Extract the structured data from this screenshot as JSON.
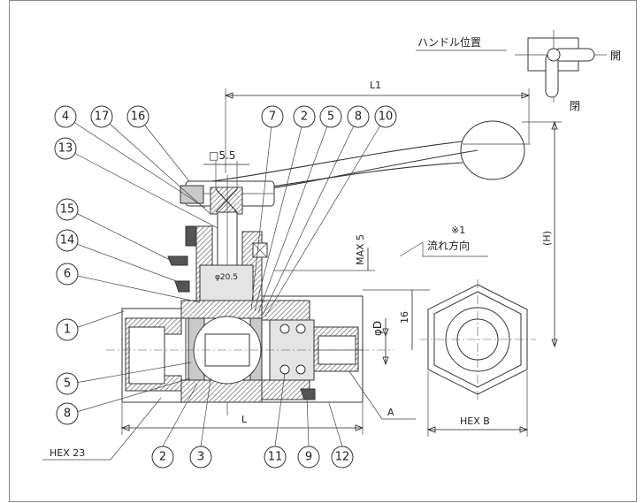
{
  "callouts": [
    {
      "id": "c4",
      "text": "4"
    },
    {
      "id": "c17",
      "text": "17"
    },
    {
      "id": "c16",
      "text": "16"
    },
    {
      "id": "c13",
      "text": "13"
    },
    {
      "id": "c15",
      "text": "15"
    },
    {
      "id": "c14",
      "text": "14"
    },
    {
      "id": "c6",
      "text": "6"
    },
    {
      "id": "c1",
      "text": "1"
    },
    {
      "id": "c5a",
      "text": "5"
    },
    {
      "id": "c8a",
      "text": "8"
    },
    {
      "id": "c7",
      "text": "7"
    },
    {
      "id": "c2a",
      "text": "2"
    },
    {
      "id": "c5b",
      "text": "5"
    },
    {
      "id": "c8b",
      "text": "8"
    },
    {
      "id": "c10",
      "text": "10"
    },
    {
      "id": "c2b",
      "text": "2"
    },
    {
      "id": "c3",
      "text": "3"
    },
    {
      "id": "c11",
      "text": "11"
    },
    {
      "id": "c9",
      "text": "9"
    },
    {
      "id": "c12",
      "text": "12"
    }
  ],
  "labels": {
    "handle_position": "ハンドル位置",
    "open": "開",
    "closed": "閉",
    "L1": "L1",
    "square": "□5.5",
    "note_mark": "※1",
    "flow_direction": "流れ方向",
    "max5": "MAX 5",
    "H": "(H)",
    "phi205": "φ20.5",
    "phiD": "φD",
    "dim16": "16",
    "L": "L",
    "A": "A",
    "hex23": "HEX  23",
    "hexB": "HEX B"
  }
}
